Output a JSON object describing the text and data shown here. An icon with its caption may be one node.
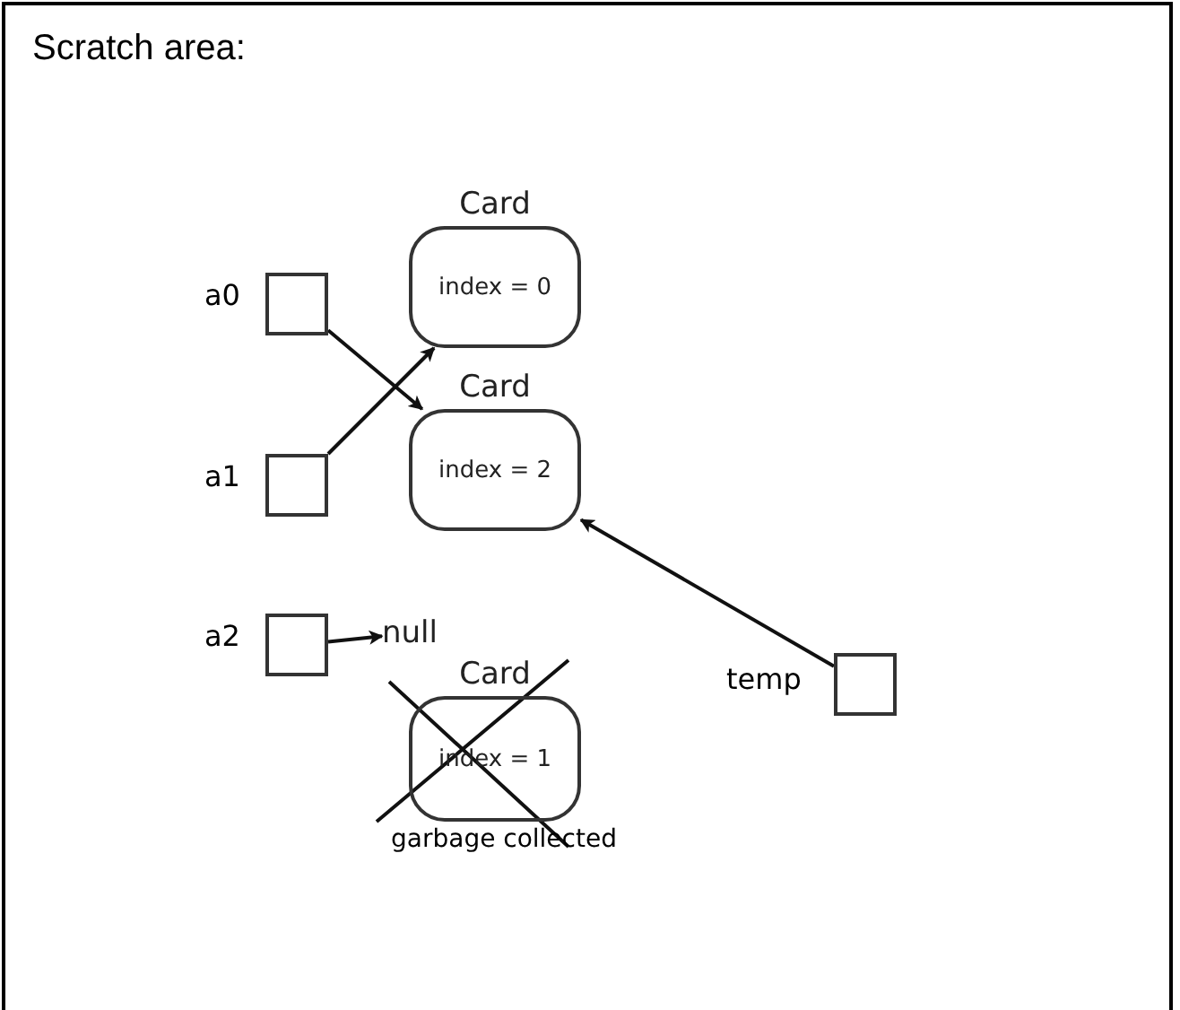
{
  "diagram": {
    "title": "Scratch area:",
    "nodes": [
      {
        "text": [
          "Card",
          "index = 0"
        ]
      },
      {
        "text": [],
        "shape": "box",
        "beside": [
          "a0"
        ]
      },
      {
        "text": [
          "Card",
          "index = 2"
        ]
      },
      {
        "text": [],
        "shape": "box",
        "beside": [
          "a1"
        ]
      },
      {
        "text": [],
        "shape": "box",
        "beside": [
          "a2"
        ]
      },
      {
        "text": [
          "null"
        ]
      },
      {
        "text": [
          "Card",
          "index = 1"
        ],
        "beside": [
          "garbage collected"
        ]
      },
      {
        "text": [],
        "shape": "box",
        "beside": [
          "temp"
        ]
      }
    ],
    "edges": [
      {
        "from": 1,
        "to": 2,
        "arrow": "to"
      },
      {
        "from": 3,
        "to": 0,
        "arrow": "to"
      },
      {
        "from": 4,
        "to": 5,
        "arrow": "to"
      },
      {
        "from": 7,
        "to": 2,
        "arrow": "to"
      }
    ]
  }
}
